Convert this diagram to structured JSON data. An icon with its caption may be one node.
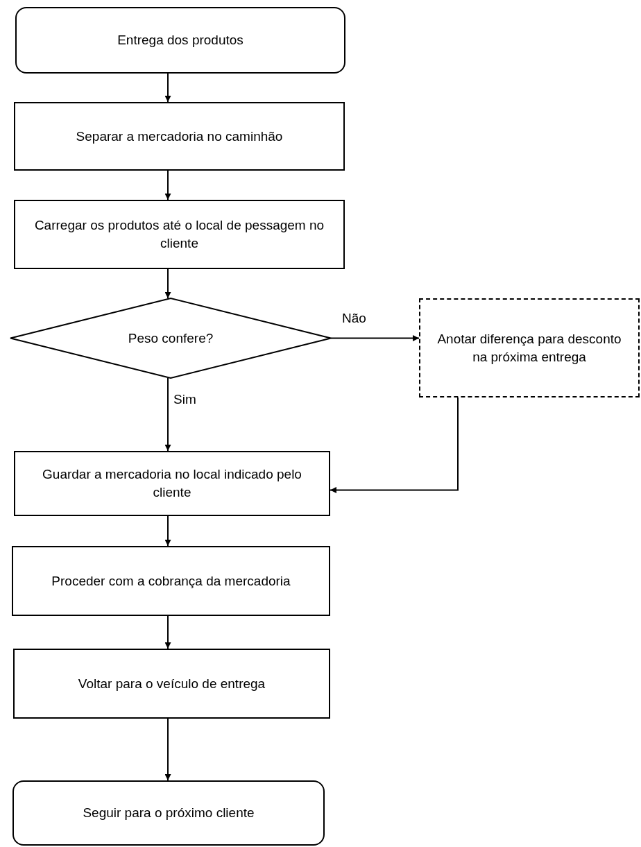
{
  "diagram": {
    "nodes": [
      {
        "text": [
          "Entrega dos produtos"
        ]
      },
      {
        "text": [
          "Separar a mercadoria no caminhão"
        ]
      },
      {
        "text": [
          "Carregar os produtos até o local de pessagem no cliente"
        ]
      },
      {
        "text": [
          "Peso confere?"
        ]
      },
      {
        "text": [
          "Anotar diferença para desconto na próxima entrega"
        ]
      },
      {
        "text": [
          "Guardar a mercadoria no local indicado pelo cliente"
        ]
      },
      {
        "text": [
          "Proceder com a cobrança da mercadoria"
        ]
      },
      {
        "text": [
          "Voltar para o veículo de entrega"
        ]
      },
      {
        "text": [
          "Seguir para o próximo cliente"
        ]
      }
    ],
    "edges": [
      {
        "from": 0,
        "to": 1,
        "arrow": "to"
      },
      {
        "from": 1,
        "to": 2,
        "arrow": "to"
      },
      {
        "from": 2,
        "to": 3,
        "arrow": "to"
      },
      {
        "from": 3,
        "to": 4,
        "arrow": "to",
        "label": "Não"
      },
      {
        "from": 3,
        "to": 5,
        "arrow": "to",
        "label": "Sim"
      },
      {
        "from": 4,
        "to": 5,
        "arrow": "to"
      },
      {
        "from": 5,
        "to": 6,
        "arrow": "to"
      },
      {
        "from": 6,
        "to": 7,
        "arrow": "to"
      },
      {
        "from": 7,
        "to": 8,
        "arrow": "to"
      }
    ]
  }
}
